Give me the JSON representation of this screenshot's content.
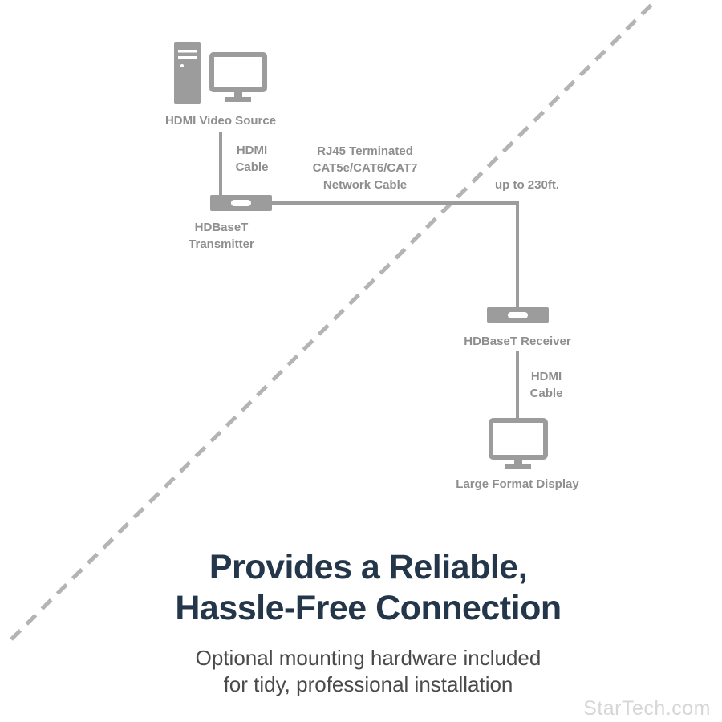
{
  "diagram": {
    "source_label": "HDMI Video Source",
    "hdmi_cable_top": {
      "line1": "HDMI",
      "line2": "Cable"
    },
    "transmitter": {
      "line1": "HDBaseT",
      "line2": "Transmitter"
    },
    "network_cable": {
      "line1": "RJ45 Terminated",
      "line2": "CAT5e/CAT6/CAT7",
      "line3": "Network Cable"
    },
    "distance": "up to 230ft.",
    "receiver_label": "HDBaseT Receiver",
    "hdmi_cable_bottom": {
      "line1": "HDMI",
      "line2": "Cable"
    },
    "display_label": "Large Format Display"
  },
  "headline": {
    "line1": "Provides a Reliable,",
    "line2": "Hassle-Free Connection"
  },
  "subtitle": {
    "line1": "Optional mounting hardware included",
    "line2": "for tidy, professional installation"
  },
  "watermark": "StarTech.com",
  "colors": {
    "icon_gray": "#9c9c9c",
    "label_gray": "#8e8e8e",
    "headline_navy": "#243649",
    "subtitle_gray": "#4a4a4a",
    "dash_gray": "#b4b4b4",
    "watermark_gray": "#d6d6d6"
  }
}
